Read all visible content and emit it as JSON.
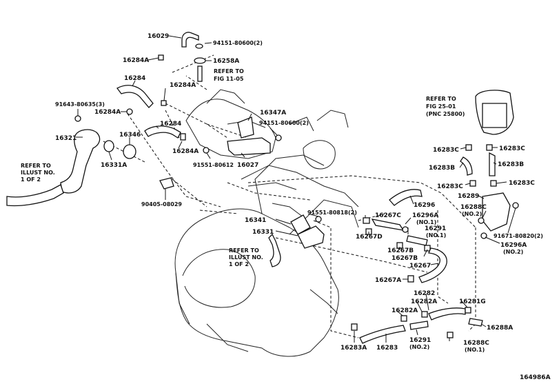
{
  "labels": {
    "l16029": "16029",
    "l94151a": "94151-80600(2)",
    "l16284A_top": "16284A",
    "l16258A": "16258A",
    "lRefFig1105_1": "REFER TO",
    "lRefFig1105_2": "FIG 11-05",
    "l16284_1": "16284",
    "l16284A_2": "16284A",
    "l91643": "91643-80635(3)",
    "l16284A_3": "16284A",
    "l16347A": "16347A",
    "l94151b": "94151-80600(2)",
    "l16284_2": "16284",
    "l16321": "16321",
    "l16346": "16346",
    "l16284A_4": "16284A",
    "l16331A": "16331A",
    "l91551a": "91551-80612",
    "l16027": "16027",
    "lRefIllust1_1": "REFER TO",
    "lRefIllust1_2": "ILLUST NO.",
    "lRefIllust1_3": "1 OF 2",
    "l90405": "90405-08029",
    "l16341": "16341",
    "l91551b": "91551-80818(2)",
    "l16331": "16331",
    "lRefIllust2_1": "REFER TO",
    "lRefIllust2_2": "ILLUST NO.",
    "lRefIllust2_3": "1 OF 2",
    "l16267C": "16267C",
    "l16267D": "16267D",
    "l16296": "16296",
    "l16296A_1": "16296A",
    "l16296A_1n": "(NO.1)",
    "l16291_1": "16291",
    "l16291_1n": "(NO.1)",
    "l16267B_1": "16267B",
    "l16267B_2": "16267B",
    "l16267": "16267",
    "l16267A": "16267A",
    "lRefFig2501_1": "REFER TO",
    "lRefFig2501_2": "FIG 25-01",
    "lRefFig2501_3": "(PNC 25800)",
    "l16283C_1": "16283C",
    "l16283C_2": "16283C",
    "l16283B_1": "16283B",
    "l16283B_2": "16283B",
    "l16283C_3": "16283C",
    "l16283C_4": "16283C",
    "l16289": "16289",
    "l16288C_2": "16288C",
    "l16288C_2n": "(NO.2)",
    "l91671": "91671-80820(2)",
    "l16296A_2": "16296A",
    "l16296A_2n": "(NO.2)",
    "l16282": "16282",
    "l16282A_1": "16282A",
    "l16281G": "16281G",
    "l16282A_2": "16282A",
    "l16288A": "16288A",
    "l16283A": "16283A",
    "l16283": "16283",
    "l16291_2": "16291",
    "l16291_2n": "(NO.2)",
    "l16288C_1": "16288C",
    "l16288C_1n": "(NO.1)",
    "lDiagramNo": "164986A"
  }
}
